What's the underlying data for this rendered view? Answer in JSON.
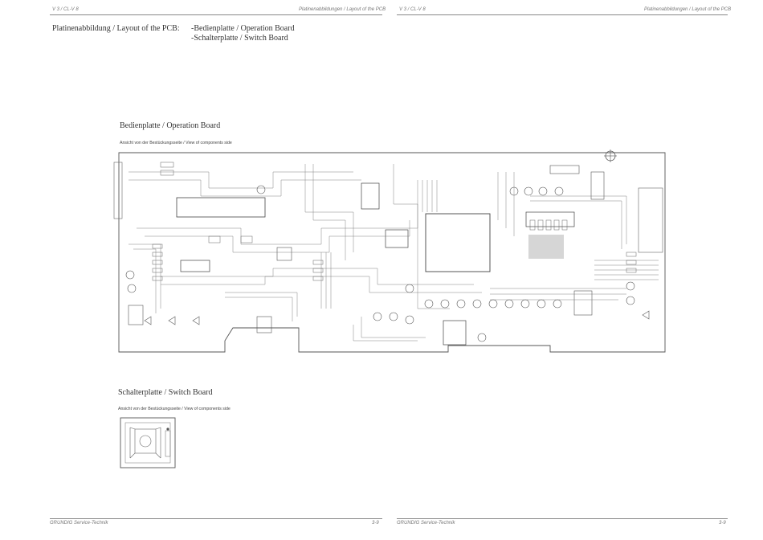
{
  "header": {
    "left_model": "V 3 / CL-V 8",
    "left_caption": "Platinenabbildungen / Layout of the PCB",
    "right_model": "V 3 / CL-V 8",
    "right_caption": "Platinenabbildungen / Layout of the PCB"
  },
  "title": {
    "main": "Platinenabbildung / Layout of the PCB:",
    "items": [
      "-Bedienplatte / Operation Board",
      "-Schalterplatte / Switch Board"
    ]
  },
  "operation_board": {
    "title": "Bedienplatte / Operation Board",
    "subtitle": "Ansicht von der Bestückungsseite / View of components side"
  },
  "switch_board": {
    "title": "Schalterplatte / Switch Board",
    "subtitle": "Ansicht von der Bestückungsseite / View of components side"
  },
  "footer": {
    "left_brand": "GRUNDIG Service-Technik",
    "left_page": "3-9",
    "right_brand": "GRUNDIG Service-Technik",
    "right_page": "3-9"
  }
}
